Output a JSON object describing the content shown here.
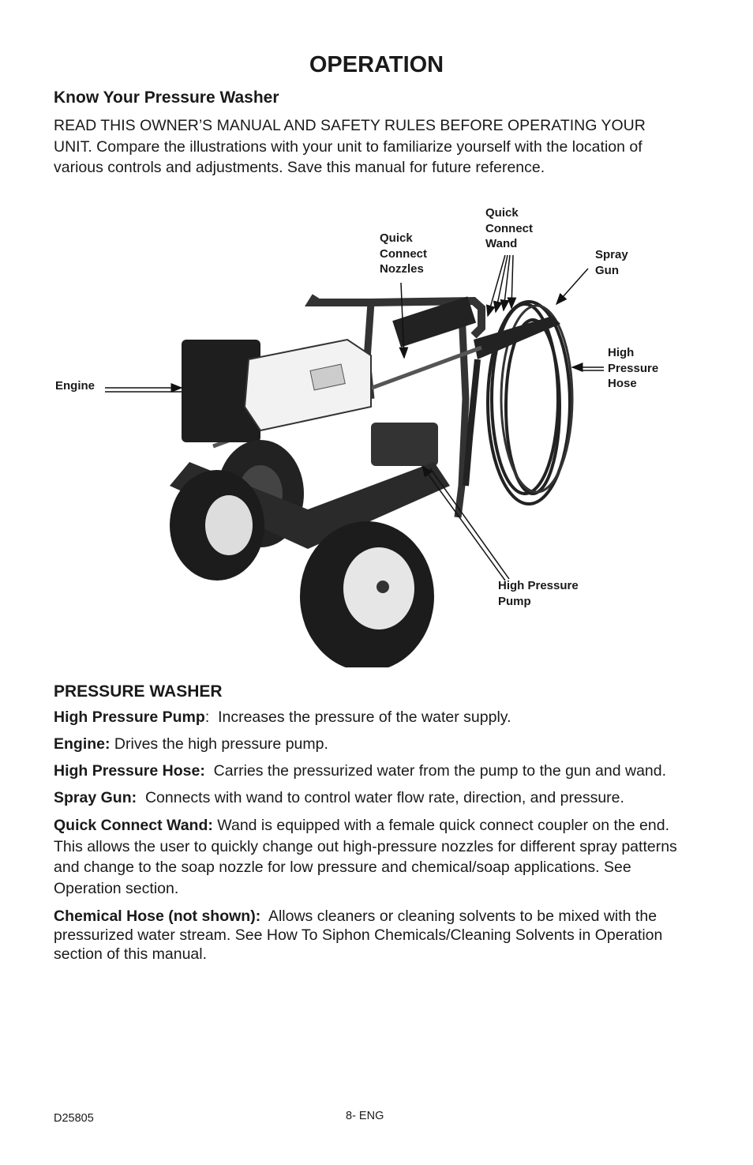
{
  "page": {
    "title": "OPERATION",
    "section_heading": "Know Your Pressure Washer",
    "intro": "READ THIS OWNER’S MANUAL AND SAFETY RULES BEFORE OPERATING YOUR UNIT. Compare the illustrations with your unit to familiarize yourself with the location of various controls and adjustments. Save this manual for future reference."
  },
  "figure": {
    "callouts": {
      "engine": "Engine",
      "nozzles": "Quick\nConnect\nNozzles",
      "wand": "Quick\nConnect\nWand",
      "spray_gun": "Spray\nGun",
      "hose": "High\nPressure\nHose",
      "pump": "High Pressure\nPump"
    }
  },
  "components": {
    "heading": "PRESSURE WASHER",
    "items": [
      {
        "term": "High Pressure Pump",
        "sep": ":  ",
        "desc": "Increases the pressure of the water supply."
      },
      {
        "term": "Engine:",
        "sep": " ",
        "desc": "Drives the high pressure pump."
      },
      {
        "term": "High Pressure Hose:",
        "sep": "  ",
        "desc": "Carries the pressurized water from the pump to the gun and wand."
      },
      {
        "term": "Spray Gun:",
        "sep": "  ",
        "desc": "Connects with wand to control water flow rate, direction, and pressure."
      },
      {
        "term": "Quick Connect Wand:",
        "sep": " ",
        "desc": "Wand is equipped with a female quick connect coupler on the end.  This allows the user to quickly change out high-pressure nozzles for different spray patterns and change to the soap nozzle for low pressure and chemical/soap applications. See Operation section."
      },
      {
        "term": "Chemical Hose (not shown):",
        "sep": "  ",
        "desc": "Allows cleaners or cleaning solvents to be mixed with the pressurized water stream. See How To Siphon Chemicals/Cleaning Solvents in Operation section of this manual."
      }
    ]
  },
  "footer": {
    "doc_number": "D25805",
    "page_number": "8- ENG"
  }
}
